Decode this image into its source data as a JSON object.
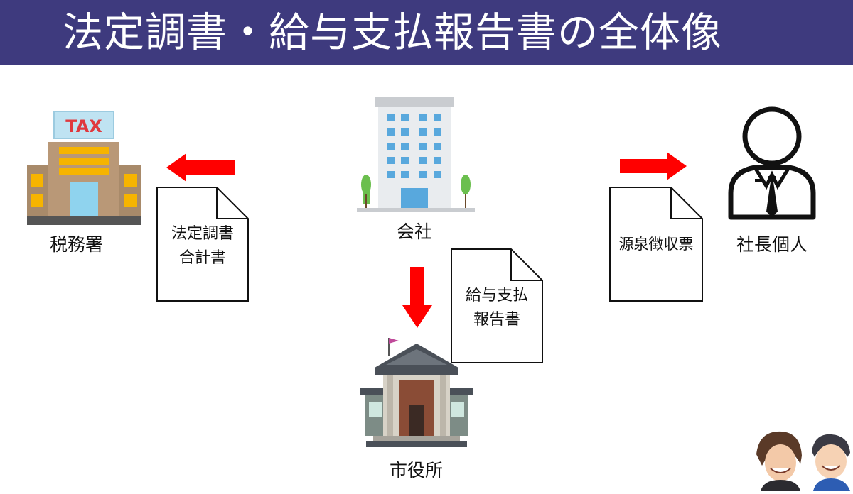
{
  "header": {
    "title": "法定調書・給与支払報告書の全体像"
  },
  "colors": {
    "header_bg": "#3e3a7e",
    "arrow": "#ff0000"
  },
  "nodes": {
    "tax_office": {
      "label": "税務署",
      "sign_text": "TAX"
    },
    "company": {
      "label": "会社"
    },
    "president": {
      "label": "社長個人"
    },
    "city_office": {
      "label": "市役所"
    }
  },
  "documents": {
    "legal_summary": {
      "line1": "法定調書",
      "line2": "合計書"
    },
    "salary_report": {
      "line1": "給与支払",
      "line2": "報告書"
    },
    "withholding_slip": {
      "line1": "源泉徴収票"
    }
  },
  "arrows": [
    {
      "from": "company",
      "to": "tax_office",
      "direction": "left"
    },
    {
      "from": "company",
      "to": "president",
      "direction": "right"
    },
    {
      "from": "company",
      "to": "city_office",
      "direction": "down"
    }
  ],
  "presenters": {
    "icon": "presenters-avatar-icon"
  }
}
